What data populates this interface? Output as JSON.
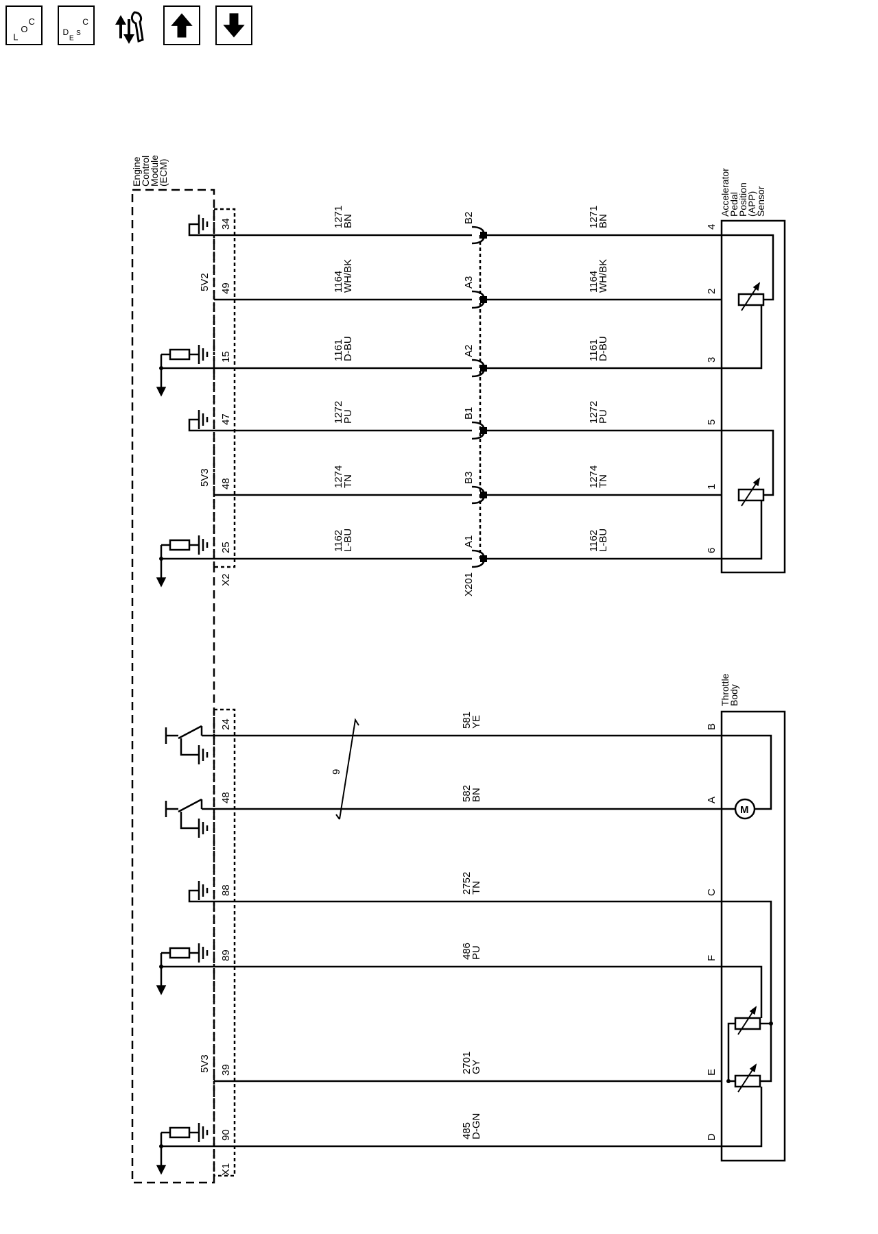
{
  "toolbar": {
    "loc": {
      "letters": [
        "L",
        "O",
        "C"
      ]
    },
    "desc": {
      "letters": [
        "D",
        "E",
        "S",
        "C"
      ]
    },
    "icons": [
      "loc-icon",
      "desc-icon",
      "tools-icon",
      "up-arrow-icon",
      "down-arrow-icon"
    ]
  },
  "ecm": {
    "title_lines": [
      "Engine",
      "Control",
      "Module",
      "(ECM)"
    ],
    "connector_x2": "X2",
    "connector_x1": "X1"
  },
  "inline_connector": {
    "name": "X201"
  },
  "app_sensor": {
    "title_lines": [
      "Accelerator",
      "Pedal",
      "Position",
      "(APP)",
      "Sensor"
    ]
  },
  "throttle_body": {
    "title_lines": [
      "Throttle",
      "Body"
    ]
  },
  "upper_circuits": [
    {
      "ecm_pin": "34",
      "ref": "",
      "circuit": "1271",
      "color": "BN",
      "x201": "B2",
      "sensor_pin": "4"
    },
    {
      "ecm_pin": "49",
      "ref": "5V2",
      "circuit": "1164",
      "color": "WH/BK",
      "x201": "A3",
      "sensor_pin": "2"
    },
    {
      "ecm_pin": "15",
      "ref": "",
      "circuit": "1161",
      "color": "D-BU",
      "x201": "A2",
      "sensor_pin": "3"
    },
    {
      "ecm_pin": "47",
      "ref": "",
      "circuit": "1272",
      "color": "PU",
      "x201": "B1",
      "sensor_pin": "5"
    },
    {
      "ecm_pin": "48",
      "ref": "5V3",
      "circuit": "1274",
      "color": "TN",
      "x201": "B3",
      "sensor_pin": "1"
    },
    {
      "ecm_pin": "25",
      "ref": "",
      "circuit": "1162",
      "color": "L-BU",
      "x201": "A1",
      "sensor_pin": "6"
    }
  ],
  "lower_circuits": [
    {
      "ecm_pin": "24",
      "ref": "",
      "circuit": "581",
      "color": "YE",
      "tb_pin": "B"
    },
    {
      "ecm_pin": "48",
      "ref": "",
      "circuit": "582",
      "color": "BN",
      "tb_pin": "A"
    },
    {
      "ecm_pin": "88",
      "ref": "",
      "circuit": "2752",
      "color": "TN",
      "tb_pin": "C"
    },
    {
      "ecm_pin": "89",
      "ref": "",
      "circuit": "486",
      "color": "PU",
      "tb_pin": "F"
    },
    {
      "ecm_pin": "39",
      "ref": "5V3",
      "circuit": "2701",
      "color": "GY",
      "tb_pin": "E"
    },
    {
      "ecm_pin": "90",
      "ref": "",
      "circuit": "485",
      "color": "D-GN",
      "tb_pin": "D"
    }
  ],
  "twisted_pair_label": "9",
  "motor_symbol": "M"
}
